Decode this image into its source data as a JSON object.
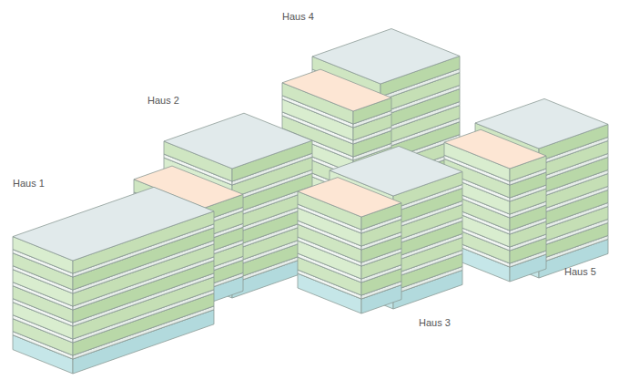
{
  "diagram": {
    "labels": [
      "Haus 4",
      "Haus 2",
      "Haus 1",
      "Haus 5",
      "Haus 3"
    ]
  }
}
